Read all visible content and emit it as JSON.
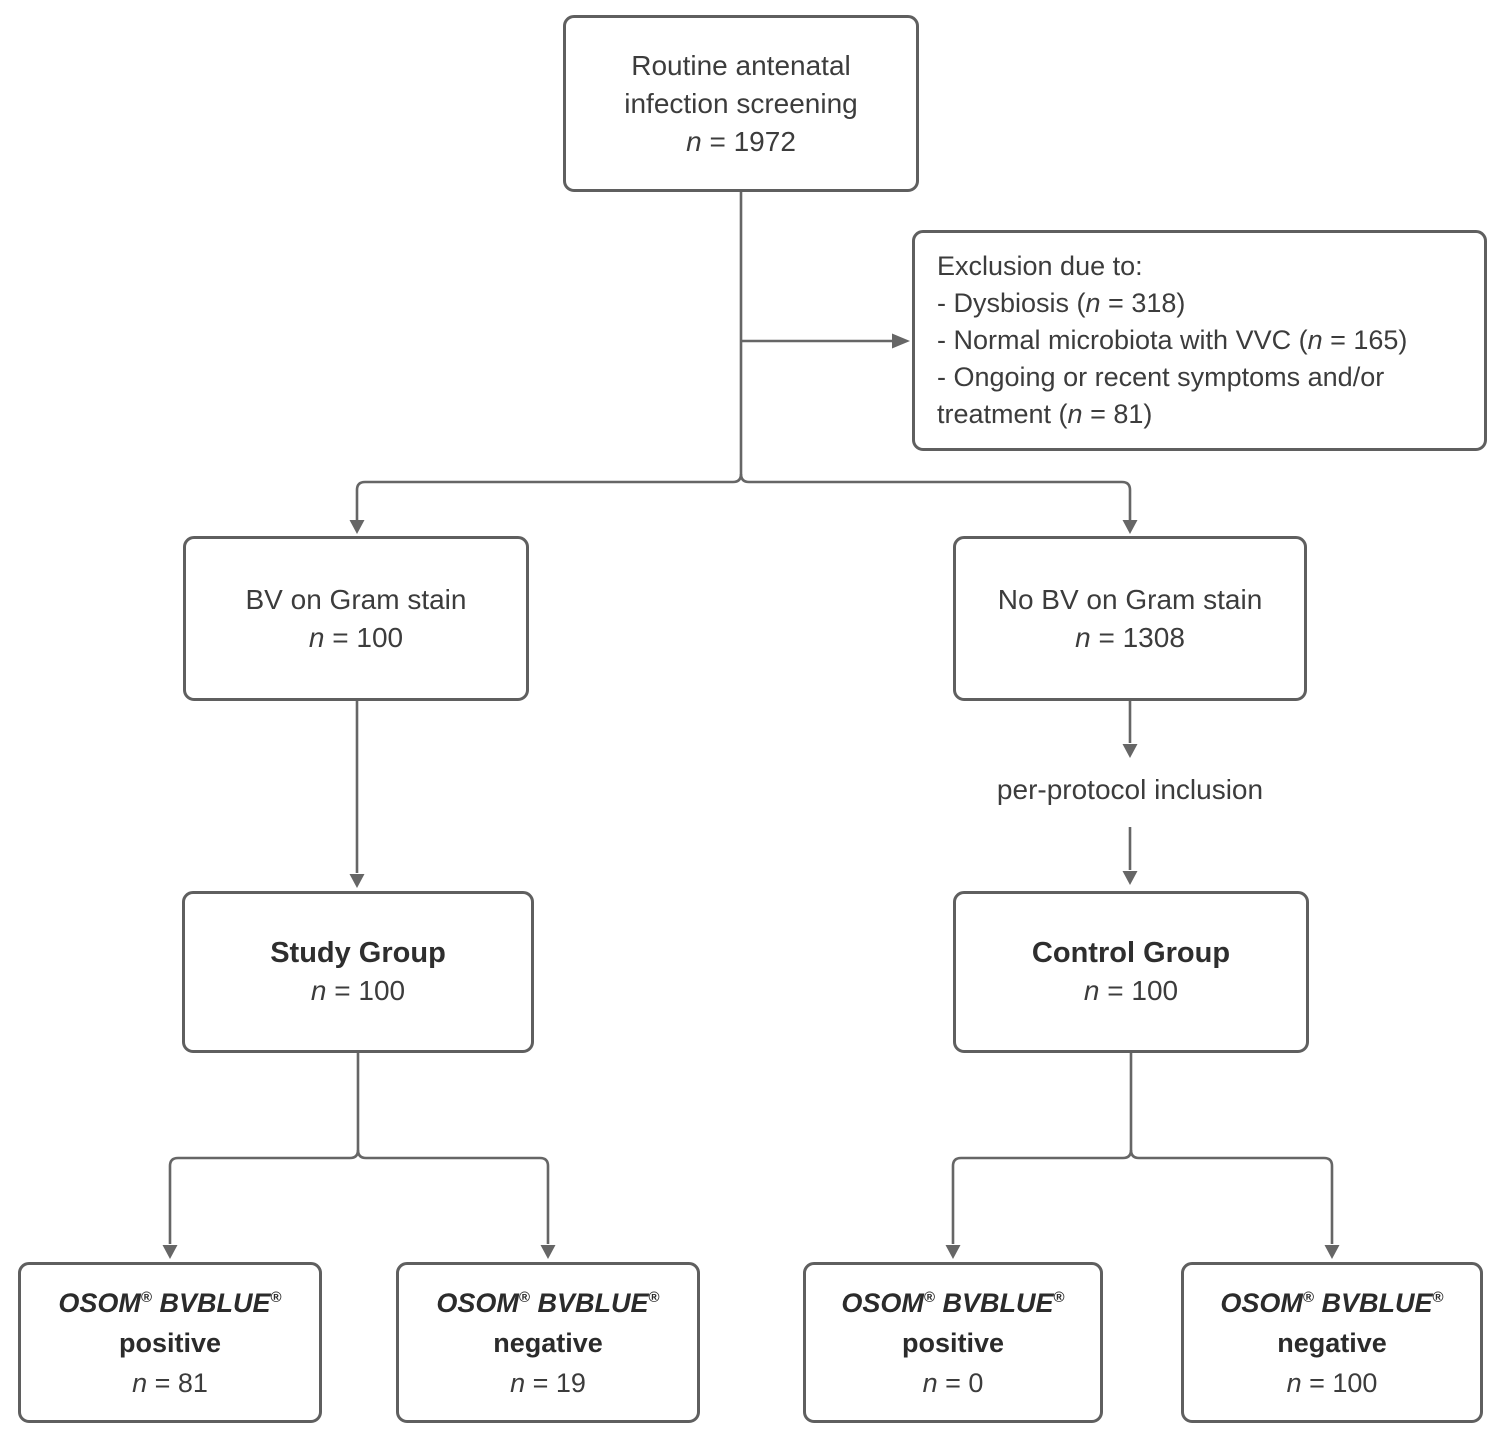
{
  "style": {
    "background": "#ffffff",
    "box_fill": "#ffffff",
    "box_border_color": "#5f5f5f",
    "line_color": "#666666",
    "text_color": "#3c3c3c",
    "bold_text_color": "#2b2b2b"
  },
  "boxes": {
    "screening": {
      "line1": "Routine antenatal",
      "line2": "infection screening",
      "n_italic": "n",
      "n_rest": " = 1972"
    },
    "exclusion": {
      "header": "Exclusion due to:",
      "item1_pre": "- Dysbiosis (",
      "item1_n": "n",
      "item1_post": " = 318)",
      "item2_pre": "- Normal microbiota with VVC (",
      "item2_n": "n",
      "item2_post": " = 165)",
      "item3_pre": "- Ongoing or recent symptoms and/or treatment (",
      "item3_n": "n",
      "item3_post": " = 81)"
    },
    "bv_gram": {
      "line1": "BV on Gram stain",
      "n_italic": "n",
      "n_rest": " = 100"
    },
    "no_bv_gram": {
      "line1": "No BV on Gram stain",
      "n_italic": "n",
      "n_rest": " = 1308"
    },
    "study_group": {
      "title": "Study Group",
      "n_italic": "n",
      "n_rest": " = 100"
    },
    "control_group": {
      "title": "Control Group",
      "n_italic": "n",
      "n_rest": " = 100"
    },
    "study_positive": {
      "brand1": "OSOM",
      "reg1": "®",
      "brand2": " BVBLUE",
      "reg2": "®",
      "result": "positive",
      "n_italic": "n",
      "n_rest": " = 81"
    },
    "study_negative": {
      "brand1": "OSOM",
      "reg1": "®",
      "brand2": " BVBLUE",
      "reg2": "®",
      "result": "negative",
      "n_italic": "n",
      "n_rest": " = 19"
    },
    "control_positive": {
      "brand1": "OSOM",
      "reg1": "®",
      "brand2": " BVBLUE",
      "reg2": "®",
      "result": "positive",
      "n_italic": "n",
      "n_rest": " = 0"
    },
    "control_negative": {
      "brand1": "OSOM",
      "reg1": "®",
      "brand2": " BVBLUE",
      "reg2": "®",
      "result": "negative",
      "n_italic": "n",
      "n_rest": " = 100"
    }
  },
  "labels": {
    "per_protocol": "per-protocol inclusion"
  }
}
